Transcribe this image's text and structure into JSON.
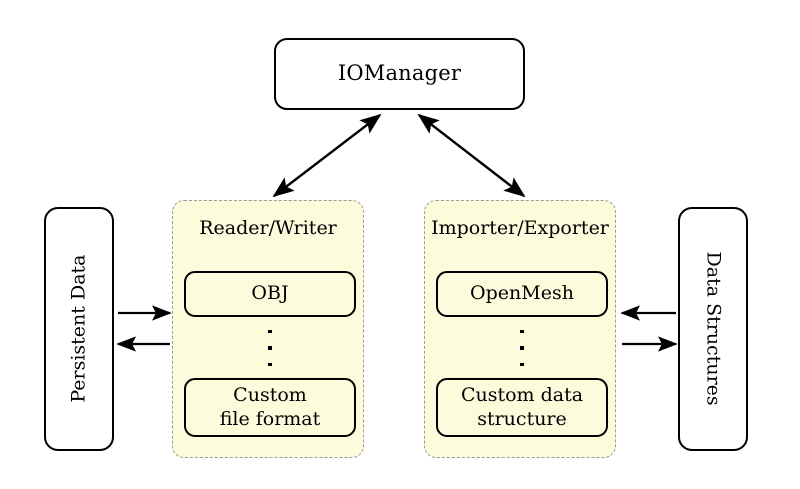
{
  "diagram": {
    "title_node": {
      "label": "IOManager"
    },
    "side_nodes": [
      {
        "name": "persistent-data",
        "label": "Persistent Data",
        "orientation": "rotated-ccw"
      },
      {
        "name": "data-structures",
        "label": "Data Structures",
        "orientation": "rotated-cw"
      }
    ],
    "groups": [
      {
        "name": "reader-writer",
        "title": "Reader/Writer",
        "items": [
          {
            "label": "OBJ"
          },
          {
            "label": "Custom\nfile format"
          }
        ],
        "ellipsis": "⋮"
      },
      {
        "name": "importer-exporter",
        "title": "Importer/Exporter",
        "items": [
          {
            "label": "OpenMesh"
          },
          {
            "label": "Custom data\nstructure"
          }
        ],
        "ellipsis": "⋮"
      }
    ],
    "connectors": [
      {
        "name": "iomanager-to-reader-writer",
        "style": "double-headed-arrow"
      },
      {
        "name": "iomanager-to-importer-exporter",
        "style": "double-headed-arrow"
      },
      {
        "name": "persistent-data-to-reader-writer",
        "style": "arrow-right"
      },
      {
        "name": "reader-writer-to-persistent-data",
        "style": "arrow-left"
      },
      {
        "name": "data-structures-to-importer-exporter",
        "style": "arrow-left"
      },
      {
        "name": "importer-exporter-to-data-structures",
        "style": "arrow-right"
      }
    ],
    "colors": {
      "group_fill": "#fcfbdc",
      "group_border": "#9a9a9a",
      "node_border": "#000000",
      "background": "#ffffff",
      "text": "#000000"
    }
  }
}
